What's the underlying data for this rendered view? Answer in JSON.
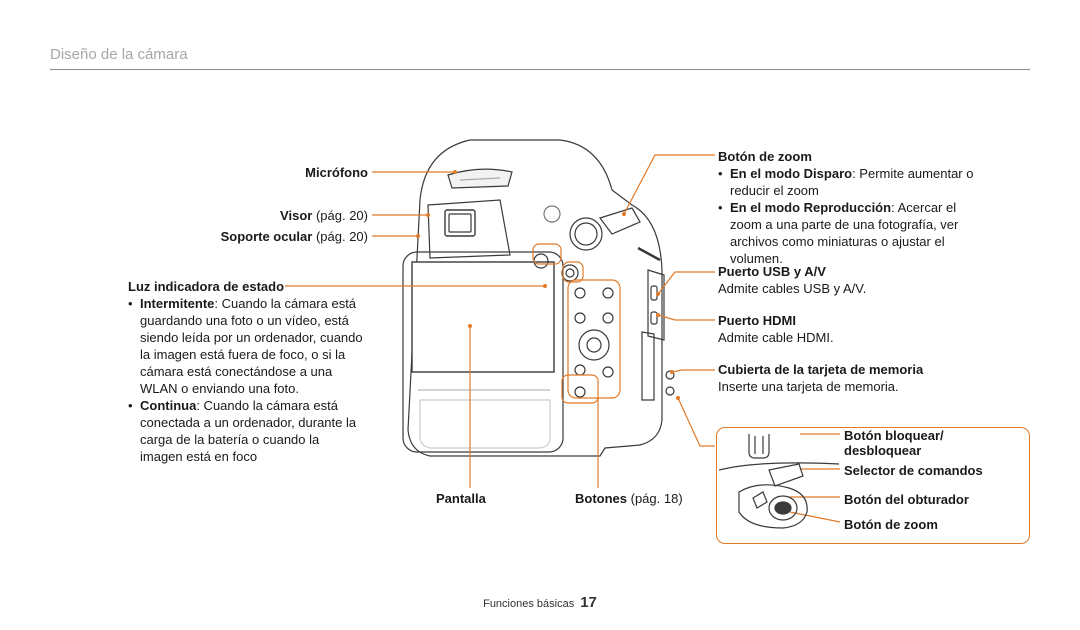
{
  "header": {
    "title": "Diseño de la cámara"
  },
  "labels": {
    "mic": "Micrófono",
    "visor": "Visor",
    "visor_ref": "(pág. 20)",
    "eyecup": "Soporte ocular",
    "eyecup_ref": "(pág. 20)",
    "pantalla": "Pantalla",
    "botones": "Botones",
    "botones_ref": "(pág. 18)"
  },
  "status_light": {
    "title": "Luz indicadora de estado",
    "items": [
      {
        "term": "Intermitente",
        "text": ": Cuando la cámara está guardando una foto o un vídeo, está siendo leída por un ordenador, cuando la imagen está fuera de foco, o si la cámara está conectándose a una WLAN o enviando una foto."
      },
      {
        "term": "Continua",
        "text": ": Cuando la cámara está conectada a un ordenador, durante la carga de la batería o cuando la imagen está en foco"
      }
    ]
  },
  "zoom": {
    "title": "Botón de zoom",
    "items": [
      {
        "term": "En el modo Disparo",
        "text": ": Permite aumentar o reducir el zoom"
      },
      {
        "term": "En el modo Reproducción",
        "text": ": Acercar el zoom a una parte de una fotografía, ver archivos como miniaturas o ajustar el volumen."
      }
    ]
  },
  "usb": {
    "title": "Puerto USB y A/V",
    "text": "Admite cables USB y A/V."
  },
  "hdmi": {
    "title": "Puerto HDMI",
    "text": "Admite cable HDMI."
  },
  "memory": {
    "title": "Cubierta de la tarjeta de memoria",
    "text": "Inserte una tarjeta de memoria."
  },
  "inset": {
    "lock_line1": "Botón bloquear/",
    "lock_line2": "desbloquear",
    "dial": "Selector de comandos",
    "shutter": "Botón del obturador",
    "zoom": "Botón de zoom"
  },
  "footer": {
    "section": "Funciones básicas",
    "page": "17"
  },
  "colors": {
    "accent": "#e07b2a",
    "header_text": "#a6a6a6",
    "rule": "#8c8c8c"
  }
}
